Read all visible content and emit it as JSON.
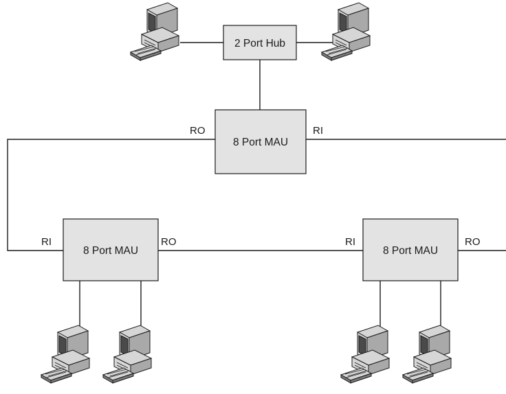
{
  "hub": {
    "label": "2 Port Hub"
  },
  "mau_top": {
    "label": "8 Port MAU",
    "port_left": "RO",
    "port_right": "RI"
  },
  "mau_left": {
    "label": "8 Port MAU",
    "port_left": "RI",
    "port_right": "RO"
  },
  "mau_right": {
    "label": "8 Port MAU",
    "port_left": "RI",
    "port_right": "RO"
  },
  "icons": {
    "computer": "desktop-computer-icon"
  }
}
